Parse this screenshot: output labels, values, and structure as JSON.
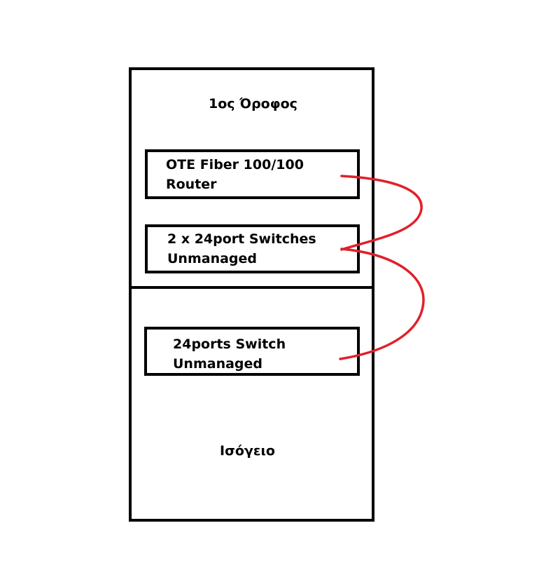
{
  "floors": {
    "upper": "1ος Όροφος",
    "ground": "Ισόγειο"
  },
  "devices": {
    "router": {
      "line1": "OTE Fiber 100/100",
      "line2": "Router"
    },
    "switches": {
      "line1": "2 x 24port Switches",
      "line2": "Unmanaged"
    },
    "switch": {
      "line1": "24ports Switch",
      "line2": "Unmanaged"
    }
  },
  "colors": {
    "outline": "#000000",
    "cable": "#e0202a",
    "background": "#ffffff"
  }
}
